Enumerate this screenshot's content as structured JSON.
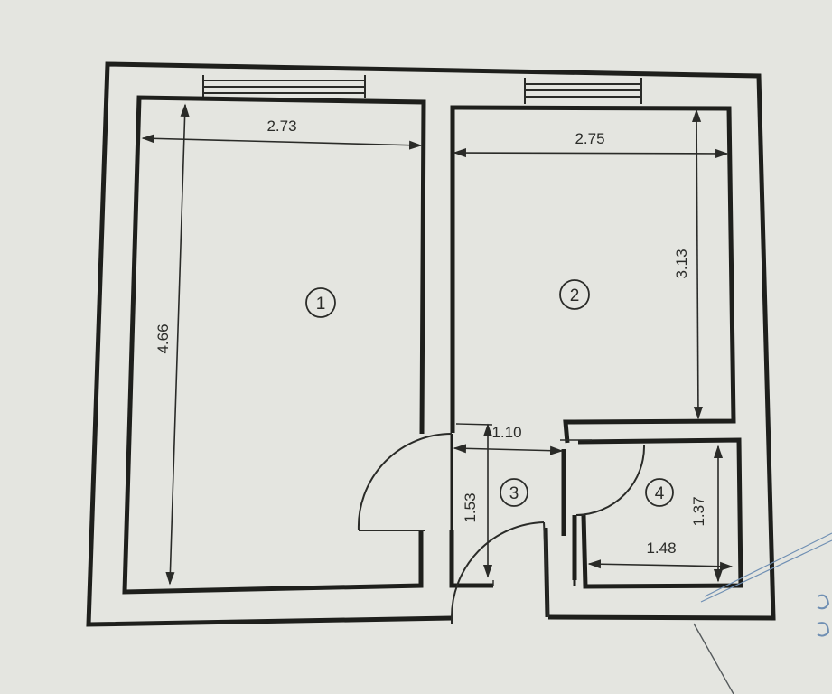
{
  "plan": {
    "rooms": [
      {
        "number": "1"
      },
      {
        "number": "2"
      },
      {
        "number": "3"
      },
      {
        "number": "4"
      }
    ],
    "dimensions": {
      "room1_width": "2.73",
      "room1_length": "4.66",
      "room2_width": "2.75",
      "room2_length": "3.13",
      "hall_width": "1.10",
      "hall_length": "1.53",
      "room4_width": "1.48",
      "room4_length": "1.37"
    }
  }
}
